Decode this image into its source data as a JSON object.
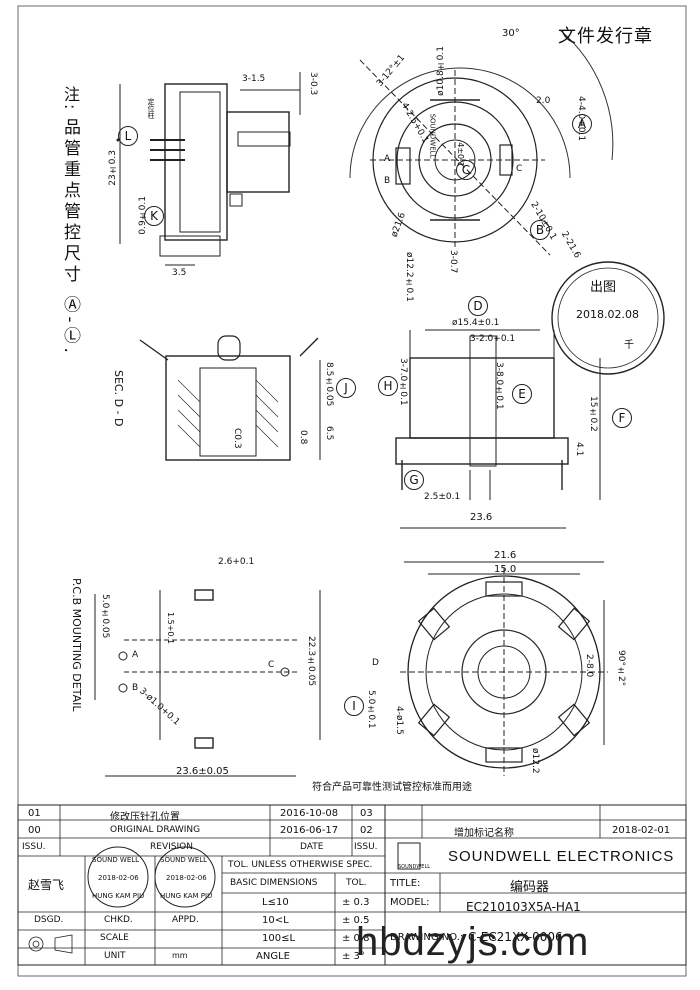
{
  "header": {
    "stamp_text": "文件发行章",
    "angle_30": "30°"
  },
  "note": {
    "prefix": "注:",
    "text": "品管重点管控尺寸 Ⓐ-Ⓛ."
  },
  "side_view": {
    "dims": {
      "d_3_1_5": "3-1.5",
      "d_3_0_3": "3-0.3",
      "d_23": "23±0.3",
      "d_0_9": "0.9±0.1",
      "d_3_5": "3.5",
      "small_label": "定位柱"
    },
    "markers": {
      "L": "L",
      "K": "K"
    }
  },
  "top_view": {
    "dims": {
      "d_3_12": "3-12°±1",
      "d_10_8": "ø10.8±0.1",
      "d_2_0": "2.0",
      "d_4_4": "4-4.0+0.1",
      "d_4_2_5": "4-2.5+0.1",
      "d_4_1": "4±0.1",
      "d_21_6": "ø21.6",
      "d_12_2": "ø12.2±0.1",
      "d_3_0_7": "3-0.7",
      "d_2_10": "2-10±0.1",
      "d_2_21_6": "2-21.6"
    },
    "pins": {
      "a": "A",
      "b": "B",
      "c": "C"
    },
    "brand": "SOUNDWELL",
    "markers": {
      "A": "A",
      "B": "B",
      "C": "C",
      "D": "D"
    }
  },
  "section_view": {
    "label": "SEC. D - D",
    "dims": {
      "d_8_5": "8.5±0.05",
      "d_6_5": "6.5",
      "d_0_8": "0.8",
      "d_c0_3": "C0.3"
    },
    "markers": {
      "J": "J"
    }
  },
  "front_view": {
    "dims": {
      "d_15_4": "ø15.4±0.1",
      "d_3_2": "3-2.0+0.1",
      "d_3_7": "3-7.0±0.1",
      "d_3_8": "3-8.0±0.1",
      "d_15": "15±0.2",
      "d_4_1": "4.1",
      "d_2_5": "2.5±0.1",
      "d_23_6": "23.6"
    },
    "markers": {
      "H": "H",
      "E": "E",
      "F": "F",
      "G": "G"
    }
  },
  "date_stamp": {
    "title": "出图",
    "date": "2018.02.08",
    "foot": "千"
  },
  "pcb_view": {
    "label": "P.C.B MOUNTING DETAIL",
    "dims": {
      "d_2_6": "2.6+0.1",
      "d_5_0": "5.0±0.05",
      "d_1_5": "1.5+0.1",
      "d_22_3": "22.3±0.05",
      "d_3_1_0": "3-ø1.0+0.1",
      "d_23_6": "23.6±0.05"
    },
    "pins": {
      "a": "A",
      "b": "B",
      "c": "C"
    }
  },
  "bottom_view": {
    "dims": {
      "d_21_6": "21.6",
      "d_15_0": "15.0",
      "d_2_8": "2-8.0",
      "d_90": "90°±2°",
      "d_d": "D",
      "d_5_0": "5.0±0.1",
      "d_4_1_5": "4-ø1.5",
      "d_12_2": "ø12.2"
    },
    "markers": {
      "I": "I"
    },
    "footnote": "符合产品可靠性测试管控标准而用途"
  },
  "title_block": {
    "revisions": [
      {
        "no": "01",
        "desc": "修改压针孔位置",
        "date": "2016-10-08"
      },
      {
        "no": "00",
        "desc": "ORIGINAL DRAWING",
        "date": "2016-06-17"
      },
      {
        "no": "ISSU.",
        "desc": "REVISION",
        "date": "DATE"
      }
    ],
    "right_revisions": [
      {
        "no": "03",
        "desc": "",
        "date": ""
      },
      {
        "no": "02",
        "desc": "增加标记名称",
        "date": "2018-02-01"
      },
      {
        "no": "ISSU.",
        "desc": "",
        "date": ""
      }
    ],
    "company": "SOUNDWELL ELECTRONICS",
    "company_logo_text": "SOUNDWELL",
    "title_label": "TITLE:",
    "title_value": "编码器",
    "model_label": "MODEL:",
    "model_value": "EC210103X5A-HA1",
    "drawing_label": "DRAWING NO.:",
    "drawing_value": "C-EC21XX-0006",
    "drawn_by": "赵雪飞",
    "tol_header": "TOL. UNLESS OTHERWISE SPEC.",
    "basic_dim": "BASIC DIMENSIONS",
    "tol": "TOL.",
    "tol_rows": [
      {
        "dim": "L≤10",
        "tol": "± 0.3"
      },
      {
        "dim": "10<L",
        "tol": "± 0.5"
      },
      {
        "dim": "100≤L",
        "tol": "± 0.8"
      }
    ],
    "angle_label": "ANGLE",
    "angle_tol": "± 3°",
    "dsgd": "DSGD.",
    "chkd": "CHKD.",
    "appd": "APPD.",
    "scale": "SCALE",
    "unit": "UNIT",
    "unit_value": "mm",
    "stamp1": {
      "top": "SOUND WELL",
      "date": "2018-02-06",
      "bottom": "HUNG KAM PIU"
    },
    "stamp2": {
      "top": "SOUND WELL",
      "date": "2018-02-06",
      "bottom": "HUNG KAM PIU"
    }
  },
  "watermark": "hbdzyjs.com"
}
